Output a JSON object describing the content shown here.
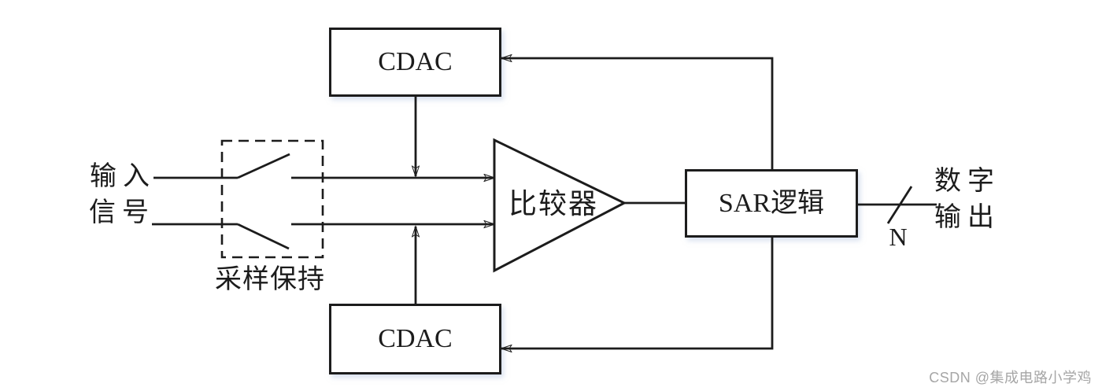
{
  "diagram": {
    "blocks": {
      "cdac_top": "CDAC",
      "cdac_bottom": "CDAC",
      "comparator": "比较器",
      "sar_logic": "SAR逻辑",
      "sample_hold": "采样保持"
    },
    "io_labels": {
      "input_line1": "输入",
      "input_line2": "信号",
      "output_line1": "数字",
      "output_line2": "输出",
      "bus_width": "N"
    },
    "watermark": "CSDN @集成电路小学鸡",
    "colors": {
      "line": "#1c1c1c",
      "watermark": "#a6a6a6",
      "background": "#ffffff"
    }
  }
}
